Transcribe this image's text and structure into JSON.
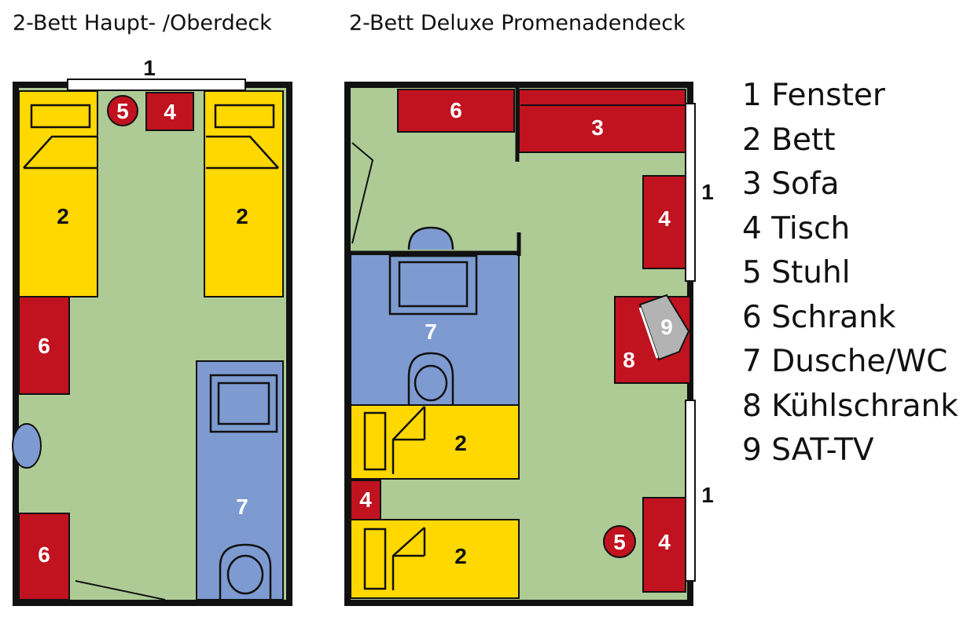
{
  "titles": {
    "left": "2-Bett Haupt- /Oberdeck",
    "right": "2-Bett Deluxe Promenadendeck"
  },
  "colors": {
    "floor": "#aecb96",
    "furniture_red": "#c1121f",
    "bed_yellow": "#ffd800",
    "bath_blue": "#7d9bd1",
    "tv_grey": "#b3b3b3",
    "wall": "#111111"
  },
  "left_cabin": {
    "window": "1",
    "beds": [
      "2",
      "2"
    ],
    "table": "4",
    "chair": "5",
    "wardrobes": [
      "6",
      "6"
    ],
    "bathroom": "7"
  },
  "right_cabin": {
    "windows": [
      "1",
      "1"
    ],
    "wardrobe": "6",
    "sofa": "3",
    "tables": [
      "4",
      "4",
      "4"
    ],
    "bathroom": "7",
    "fridge": "8",
    "tv": "9",
    "beds": [
      "2",
      "2"
    ],
    "chair": "5"
  },
  "legend": [
    {
      "num": "1",
      "label": "Fenster"
    },
    {
      "num": "2",
      "label": "Bett"
    },
    {
      "num": "3",
      "label": "Sofa"
    },
    {
      "num": "4",
      "label": "Tisch"
    },
    {
      "num": "5",
      "label": "Stuhl"
    },
    {
      "num": "6",
      "label": "Schrank"
    },
    {
      "num": "7",
      "label": "Dusche/WC"
    },
    {
      "num": "8",
      "label": "Kühlschrank"
    },
    {
      "num": "9",
      "label": "SAT-TV"
    }
  ]
}
